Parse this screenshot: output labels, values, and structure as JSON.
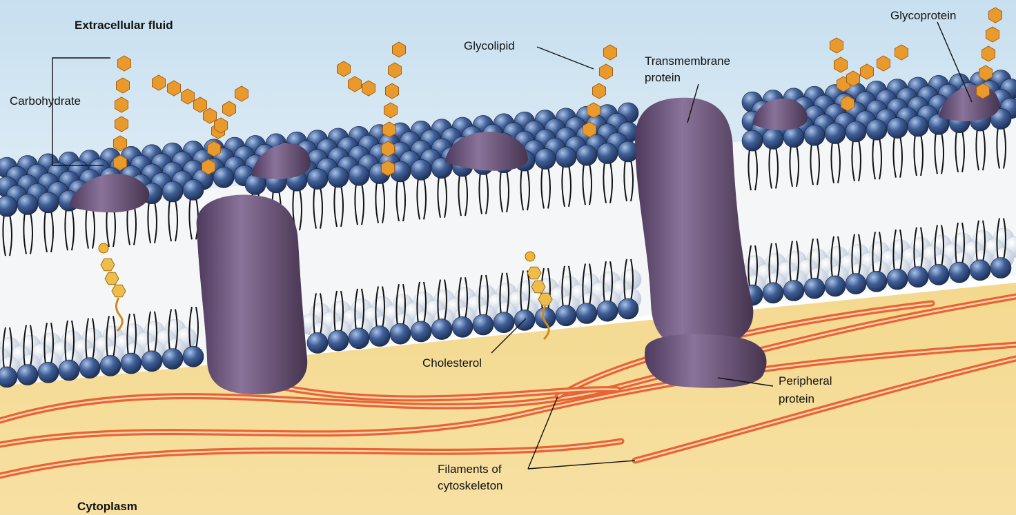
{
  "regions": {
    "top": "Extracellular fluid",
    "bottom": "Cytoplasm"
  },
  "labels": {
    "carbohydrate": "Carbohydrate",
    "glycolipid": "Glycolipid",
    "transmembrane_line1": "Transmembrane",
    "transmembrane_line2": "protein",
    "glycoprotein": "Glycoprotein",
    "cholesterol": "Cholesterol",
    "peripheral_line1": "Peripheral",
    "peripheral_line2": "protein",
    "filaments_line1": "Filaments of",
    "filaments_line2": "cytoskeleton"
  },
  "colors": {
    "extracellular": "#cfe3f1",
    "cytoplasm": "#f4d88e",
    "phospholipid_head": "#2f4d80",
    "protein": "#6b5278",
    "carbohydrate": "#e79a2b",
    "filament": "#e7652f"
  }
}
